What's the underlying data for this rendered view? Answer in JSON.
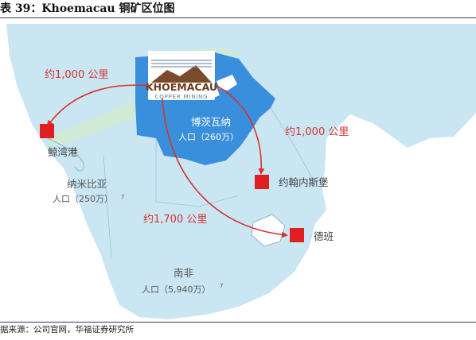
{
  "figure": {
    "title": "表 39：Khoemacau 铜矿区位图",
    "source": "据来源：公司官网，华福证券研究所"
  },
  "logo": {
    "name": "KHOEMACAU",
    "tagline": "COPPER MINING"
  },
  "countries": {
    "botswana": {
      "name": "博茨瓦纳",
      "population": "人口（260万）",
      "superscript": "7"
    },
    "namibia": {
      "name": "纳米比亚",
      "population": "人口（250万）",
      "superscript": "7"
    },
    "south_africa": {
      "name": "南非",
      "population": "人口（5,940万）",
      "superscript": "7"
    }
  },
  "cities": {
    "walvis_bay": "鲸湾港",
    "johannesburg": "约翰内斯堡",
    "durban": "德班"
  },
  "distances": {
    "to_walvis_bay": "约1,000 公里",
    "to_johannesburg": "约1,000 公里",
    "to_durban": "约1,700 公里"
  },
  "colors": {
    "ocean": "#ffffff",
    "land": "#c9e6f2",
    "botswana": "#3a8fdc",
    "corridor": "#d2ead6",
    "route": "#d9322e",
    "marker": "#e02020",
    "label_red": "#d9322e",
    "label_gray": "#555555"
  }
}
